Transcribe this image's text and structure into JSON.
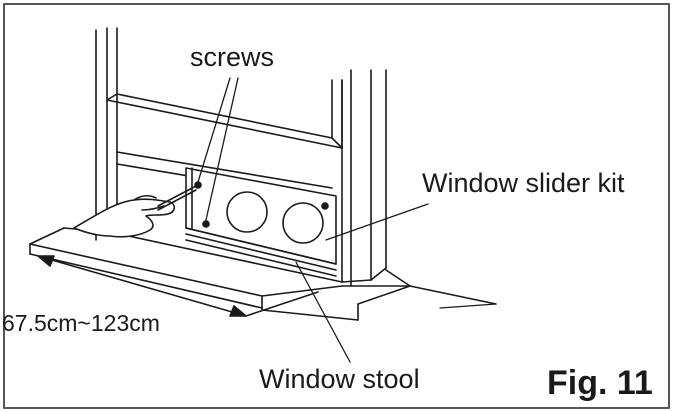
{
  "figure": {
    "labels": {
      "screws": "screws",
      "window_slider_kit": "Window slider kit",
      "width_range": "67.5cm~123cm",
      "window_stool": "Window stool"
    },
    "caption": "Fig. 11",
    "colors": {
      "line": "#1a1a1a",
      "border": "#555555",
      "background": "#ffffff"
    }
  }
}
